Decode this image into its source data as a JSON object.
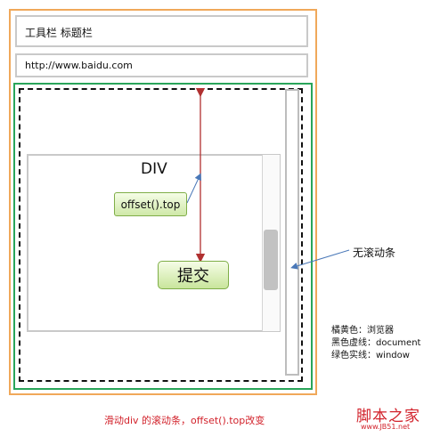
{
  "labels": {
    "toolbar": "工具栏  标题栏",
    "url": "http://www.baidu.com",
    "div_title": "DIV",
    "offset_top": "offset().top",
    "submit": "提交",
    "no_scrollbar": "无滚动条"
  },
  "legend": [
    "橘黄色：浏览器",
    "黑色虚线：document",
    "绿色实线：window"
  ],
  "caption": "滑动div 的滚动条，offset().top改变",
  "watermark": {
    "main": "脚本之家",
    "url": "www.JB51.net"
  },
  "colors": {
    "browser_border": "#f0a85a",
    "window_border": "#29a55a",
    "document_border": "#111111",
    "button_green": "#c9e59c",
    "arrow_red": "#b03030",
    "arrow_blue": "#4a78b8",
    "caption_red": "#d2222b"
  }
}
